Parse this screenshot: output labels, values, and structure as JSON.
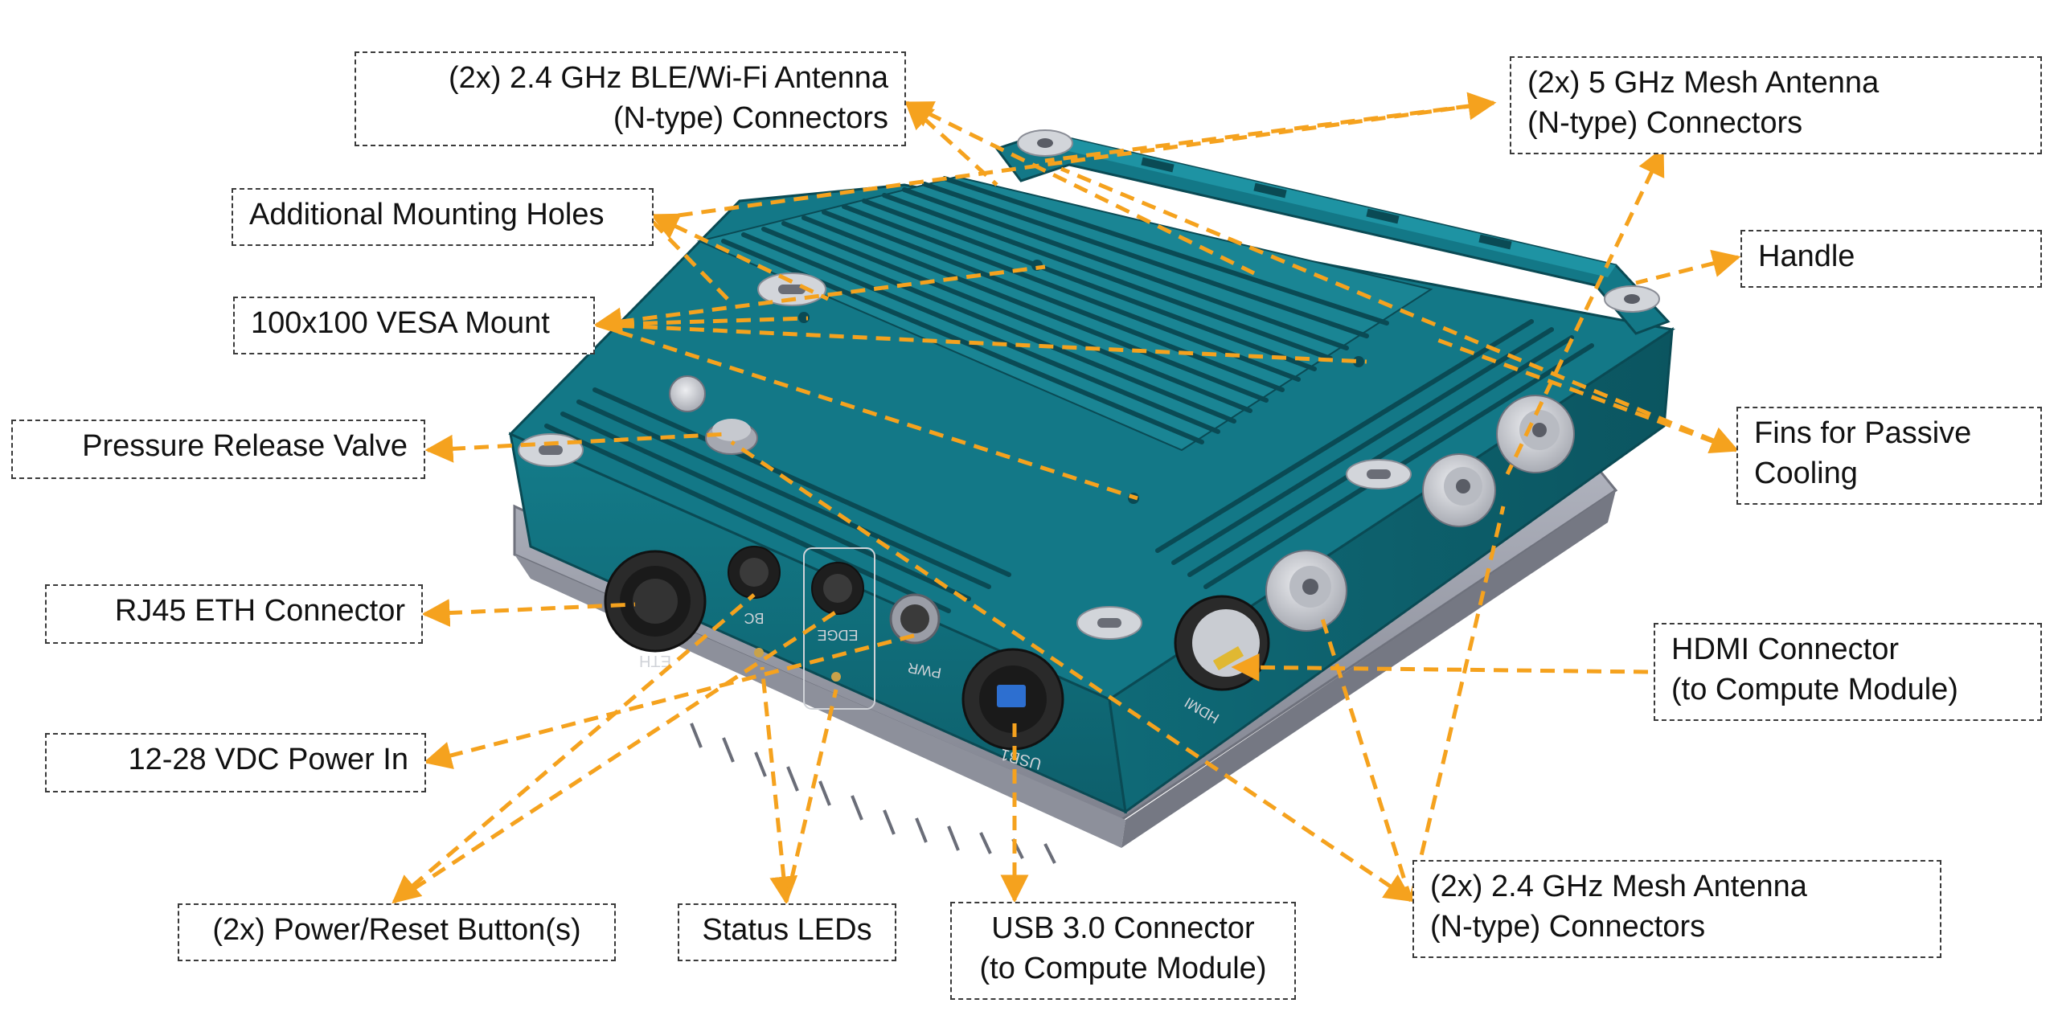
{
  "colors": {
    "leader": "#F5A21E",
    "housing": "#127684",
    "housing_dark": "#0D5A66",
    "fin_shadow": "#0A4650",
    "base": "#9EA1AD",
    "base_dark": "#7D808C",
    "mount_plate": "#D2D5DA",
    "connector_black": "#1E1E1E"
  },
  "device_markings": {
    "eth": "ETH",
    "bc": "BC",
    "edge": "EDGE",
    "pwr": "PWR",
    "usb": "USB1",
    "hdmi": "HDMI"
  },
  "callouts": {
    "ble_wifi_antenna": {
      "line1": "(2x) 2.4 GHz BLE/Wi-Fi Antenna",
      "line2": "(N-type) Connectors"
    },
    "mesh5_antenna": {
      "line1": "(2x) 5 GHz Mesh Antenna",
      "line2": "(N-type) Connectors"
    },
    "mounting_holes": {
      "line1": "Additional Mounting Holes"
    },
    "handle": {
      "line1": "Handle"
    },
    "vesa_mount": {
      "line1": "100x100 VESA Mount"
    },
    "pressure_valve": {
      "line1": "Pressure Release Valve"
    },
    "fins": {
      "line1": "Fins for Passive",
      "line2": "Cooling"
    },
    "rj45": {
      "line1": "RJ45 ETH Connector"
    },
    "hdmi": {
      "line1": "HDMI Connector",
      "line2": "(to Compute Module)"
    },
    "power_in": {
      "line1": "12-28 VDC Power In"
    },
    "mesh24_antenna": {
      "line1": "(2x) 2.4 GHz Mesh Antenna",
      "line2": "(N-type) Connectors"
    },
    "power_reset": {
      "line1": "(2x) Power/Reset Button(s)"
    },
    "status_leds": {
      "line1": "Status LEDs"
    },
    "usb3": {
      "line1": "USB 3.0 Connector",
      "line2": "(to Compute Module)"
    }
  }
}
